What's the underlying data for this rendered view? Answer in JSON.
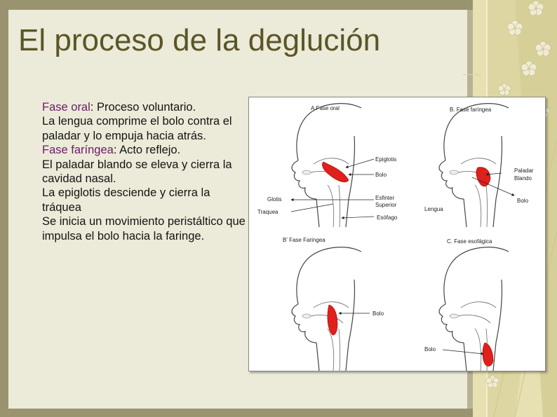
{
  "slide": {
    "title": "El proceso de la deglución",
    "body": [
      {
        "label": "Fase oral",
        "text": ": Proceso voluntario."
      },
      {
        "label": "",
        "text": "La lengua comprime el bolo contra el paladar y lo empuja hacia atrás."
      },
      {
        "label": "Fase faríngea",
        "text": ": Acto reflejo."
      },
      {
        "label": "",
        "text": "El paladar blando se eleva y cierra la cavidad nasal."
      },
      {
        "label": "",
        "text": "La epiglotis desciende y cierra la tráquea"
      },
      {
        "label": "",
        "text": "Se inicia un movimiento peristáltico que impulsa el bolo hacia la faringe."
      }
    ]
  },
  "figure": {
    "panel_a_title": "A.Fase oral",
    "panel_b_title": "B. Fase faríngea",
    "panel_b2_title": "B' Fase Faringea",
    "panel_c_title": "C. Fase esofágica",
    "labels": {
      "epiglotis": "Epiglotis",
      "bolo_a": "Bolo",
      "glotis": "Glotis",
      "traquea": "Traquea",
      "esfinter": "Esfinter",
      "superior": "Superior",
      "esofago": "Esófago",
      "lengua": "Lengua",
      "paladar": "Paladar",
      "blando": "Blando",
      "bolo_b": "Bolo",
      "bolo_b2": "Bolo",
      "bolo_c": "Bolo"
    }
  },
  "colors": {
    "title": "#5b5527",
    "phase_label": "#6a1b6d",
    "bolus": "#e0201c"
  },
  "decoration": {
    "pattern": "flower-icons"
  }
}
